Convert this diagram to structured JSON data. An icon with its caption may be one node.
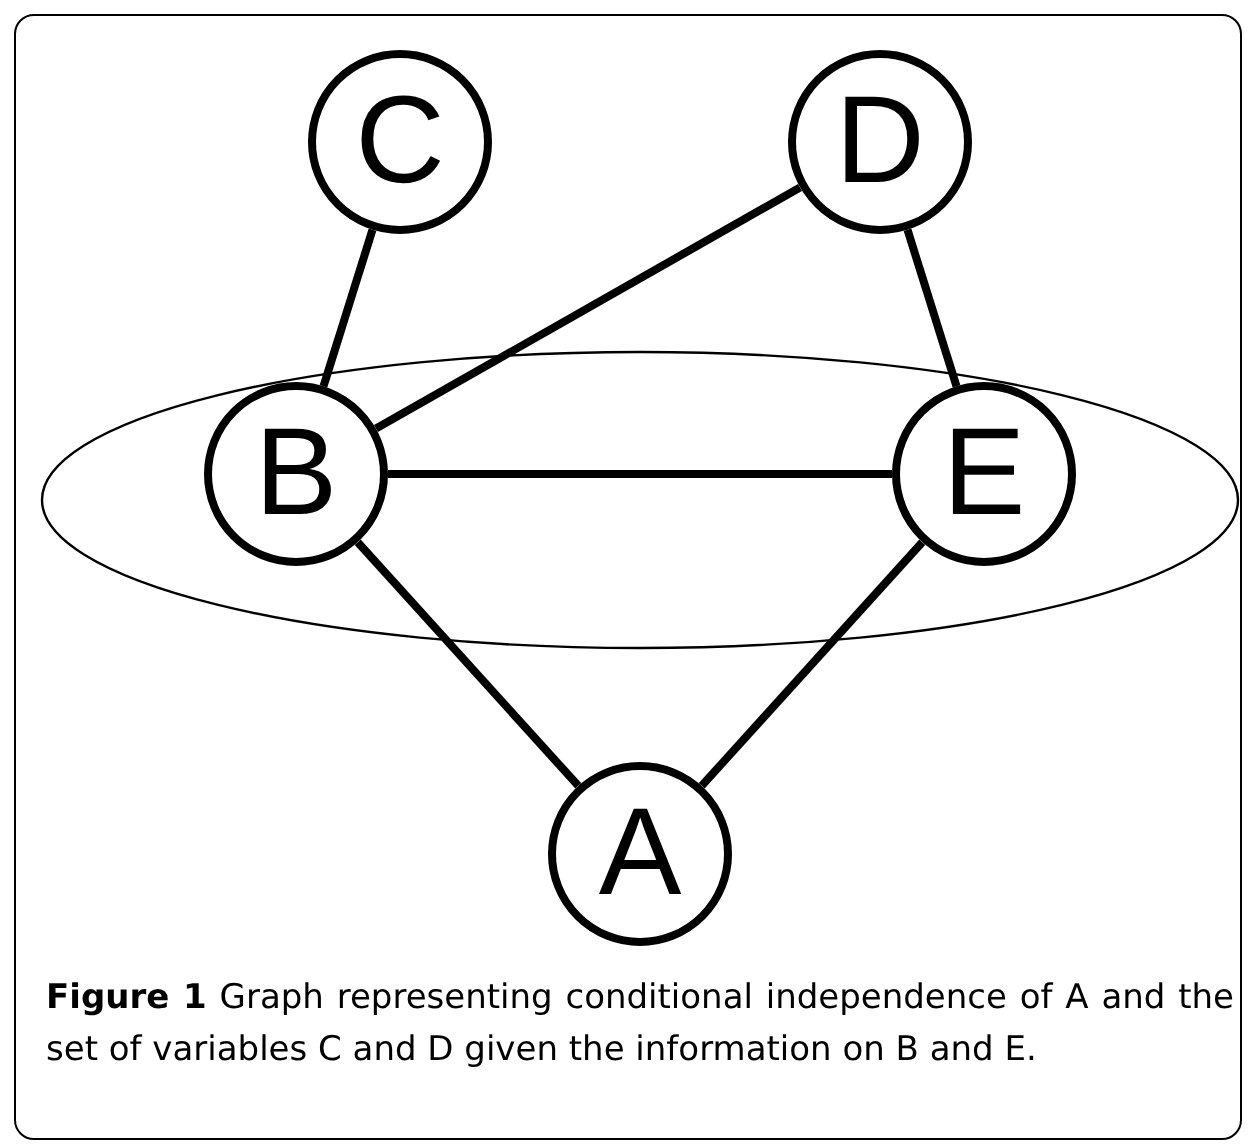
{
  "diagram": {
    "caption": "**Figure 1** Graph representing conditional independence of A and the set of variables C and D given the information on B and E.",
    "nodes": [
      {
        "text": [
          "C"
        ]
      },
      {
        "text": [
          "D"
        ]
      },
      {
        "text": [],
        "shape": "ellipse"
      },
      {
        "text": [
          "B"
        ],
        "in": 2
      },
      {
        "text": [
          "E"
        ],
        "in": 2
      },
      {
        "text": [
          "A"
        ]
      }
    ],
    "edges": [
      {
        "from": 0,
        "to": 3,
        "arrow": "none"
      },
      {
        "from": 1,
        "to": 3,
        "arrow": "none"
      },
      {
        "from": 1,
        "to": 4,
        "arrow": "none"
      },
      {
        "from": 3,
        "to": 4,
        "arrow": "none"
      },
      {
        "from": 3,
        "to": 5,
        "arrow": "none"
      },
      {
        "from": 4,
        "to": 5,
        "arrow": "none"
      }
    ]
  }
}
